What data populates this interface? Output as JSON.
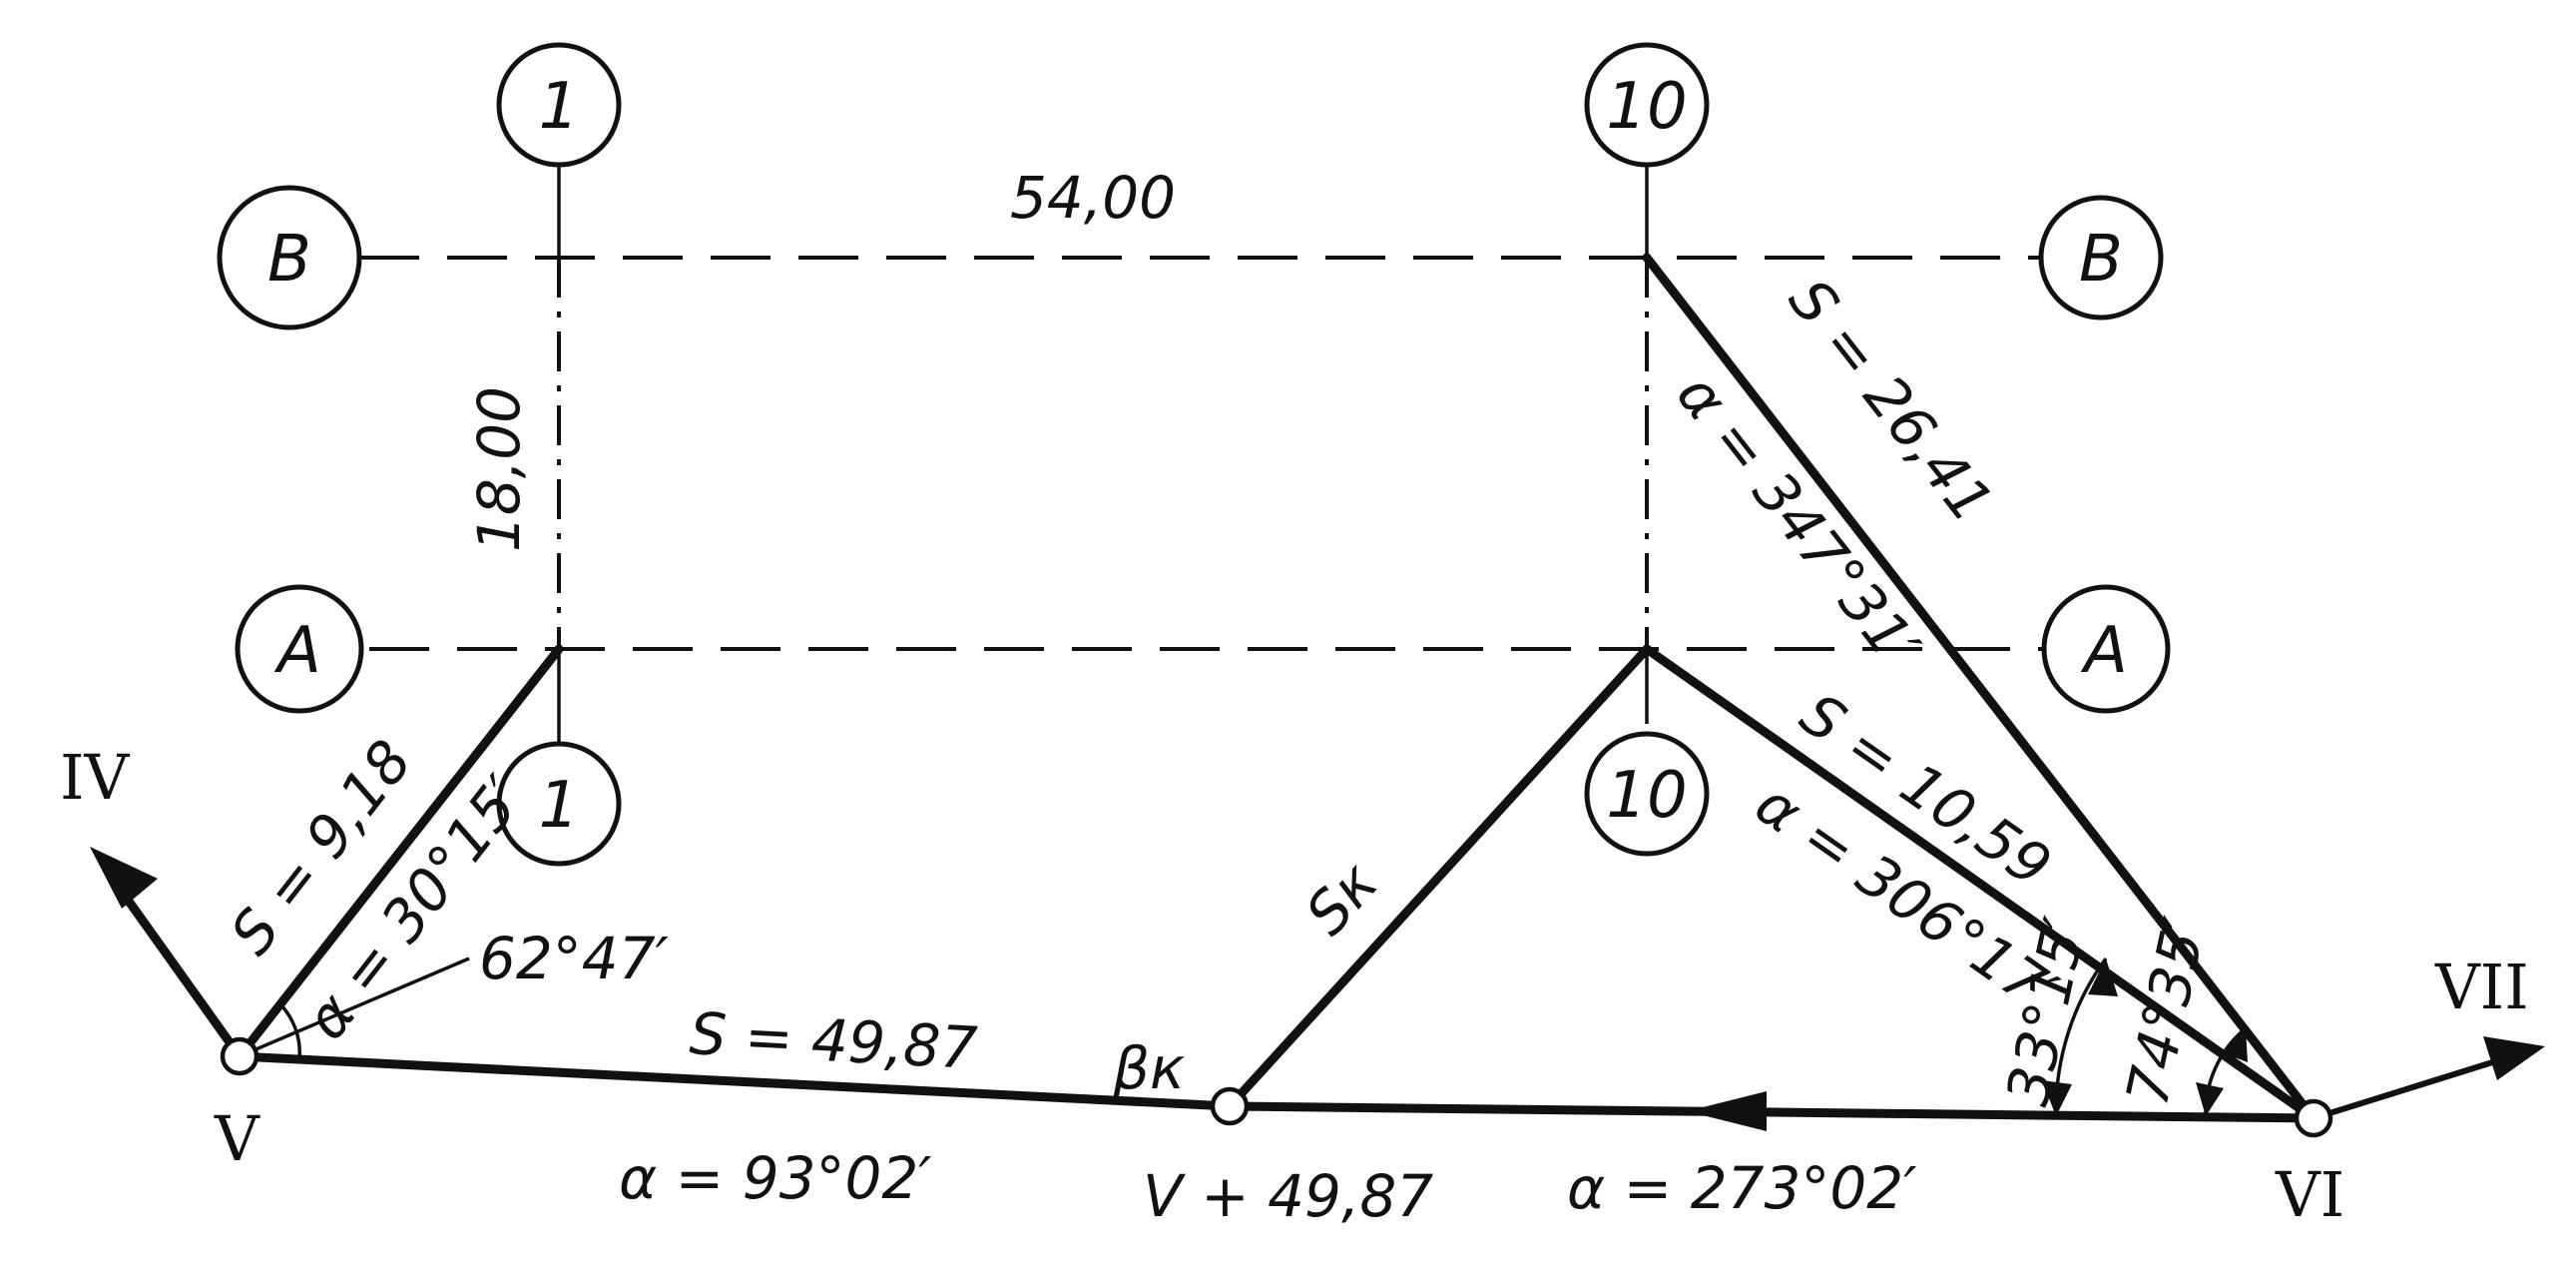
{
  "axes": {
    "axis_1_top": "1",
    "axis_1_bottom": "1",
    "axis_10_top": "10",
    "axis_10_bottom": "10",
    "axis_B_left": "B",
    "axis_B_right": "B",
    "axis_A_left": "A",
    "axis_A_right": "A"
  },
  "dimensions": {
    "span_1_10": "54,00",
    "span_A_B": "18,00"
  },
  "stations": {
    "IV": "IV",
    "V": "V",
    "V_plus": "V + 49,87",
    "VI": "VI",
    "VII": "VII"
  },
  "labels": {
    "s_v_a1": "S = 9,18",
    "a_v_a1": "α = 30°15′",
    "angle_v": "62°47′",
    "s_v_vplus": "S = 49,87",
    "a_v_vi": "α = 93°02′",
    "beta_k": "βк",
    "s_k": "Sк",
    "s_vi_b10": "S = 26,41",
    "a_vi_b10": "α = 347°31′",
    "s_vi_a10": "S = 10,59",
    "a_vi_a10": "α = 306°17′",
    "angle_vi_1": "33°15′",
    "angle_vi_2": "74°35′",
    "a_vi_v": "α = 273°02′"
  }
}
